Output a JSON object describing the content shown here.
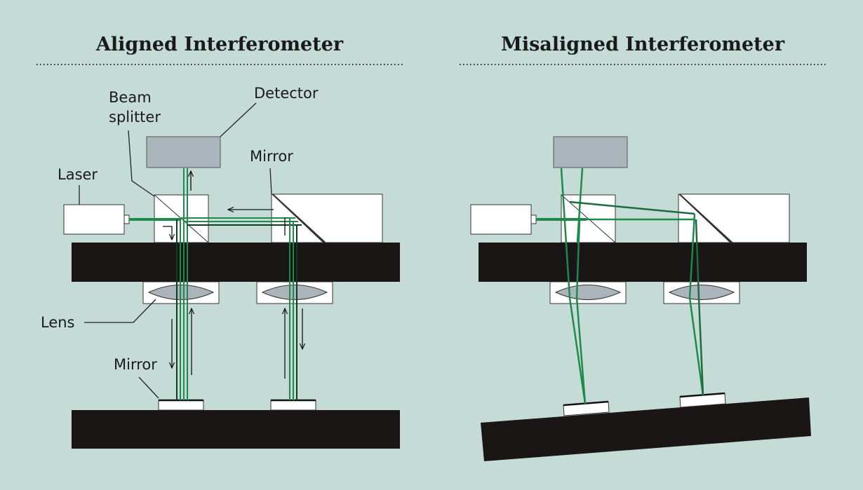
{
  "panels": {
    "aligned": {
      "title": "Aligned Interferometer",
      "labels": {
        "detector": "Detector",
        "beam_splitter_line1": "Beam",
        "beam_splitter_line2": "splitter",
        "mirror_top": "Mirror",
        "laser": "Laser",
        "lens": "Lens",
        "mirror_bottom": "Mirror"
      }
    },
    "misaligned": {
      "title": "Misaligned Interferometer"
    }
  },
  "colors": {
    "background": "#c5dcd6",
    "beam_green": "#1e8a4a",
    "beam_dark": "#0f3d22",
    "detector": "#a9b5ba",
    "lens": "#a9b5ba",
    "table": "#1a1616",
    "component": "#ffffff"
  }
}
